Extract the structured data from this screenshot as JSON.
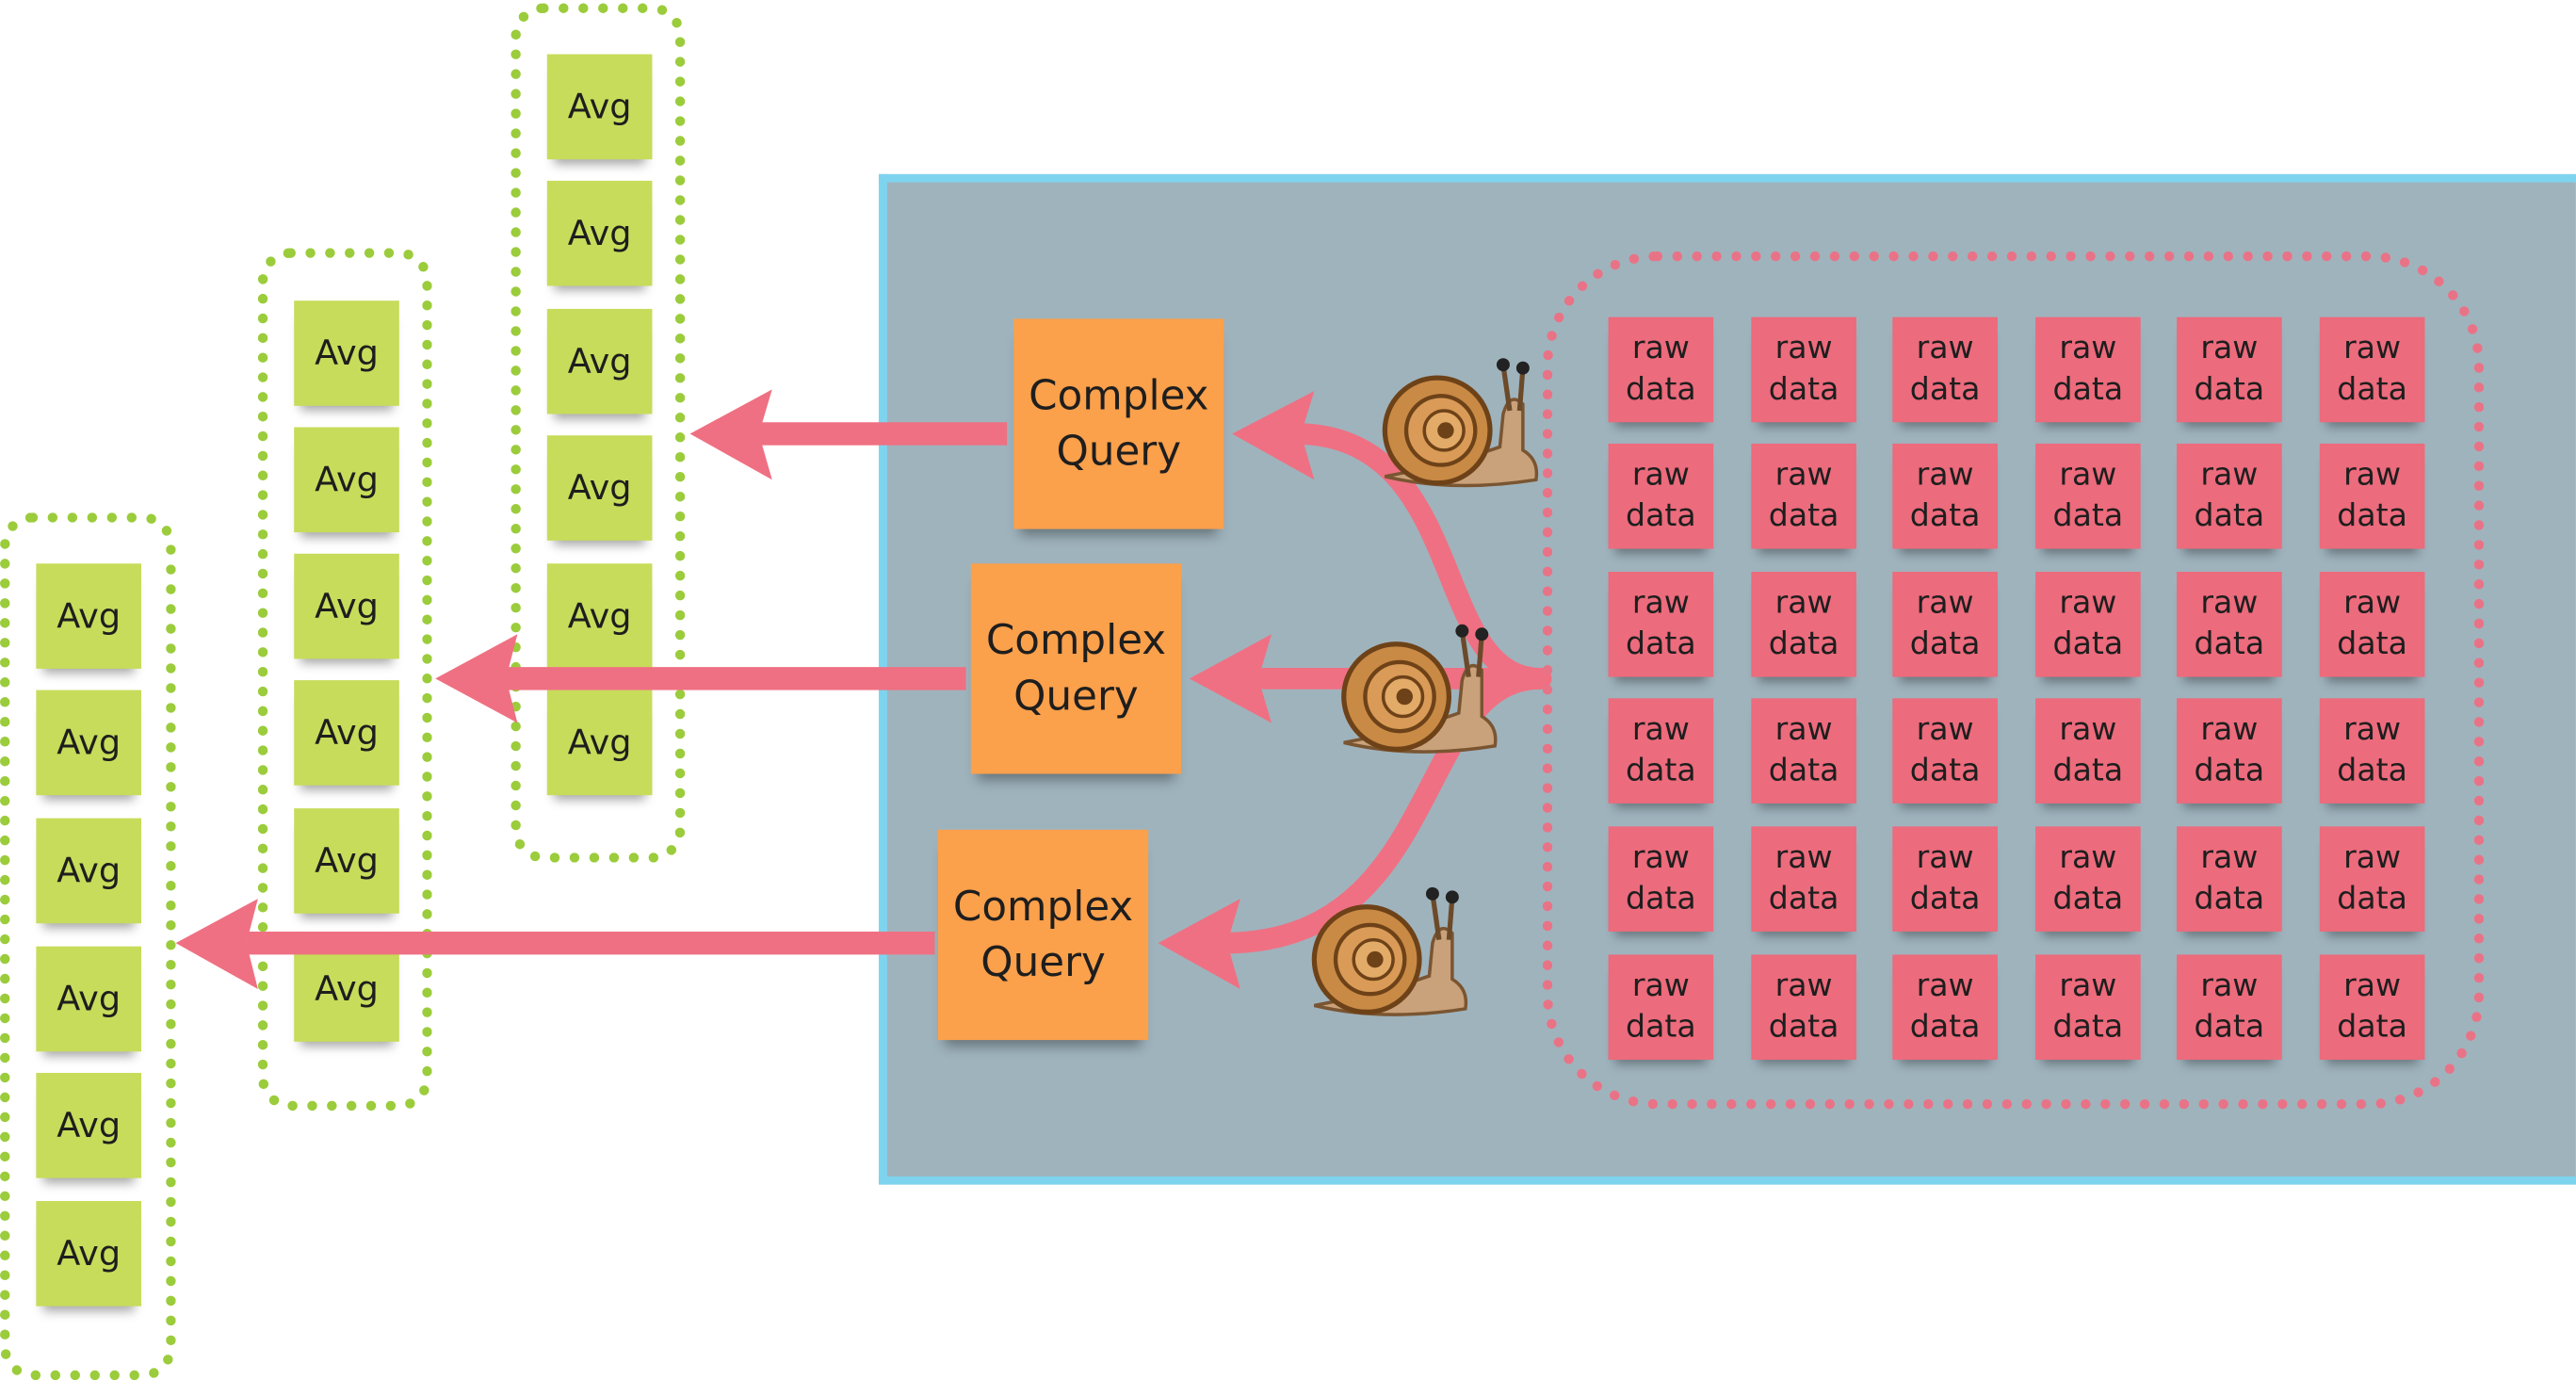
{
  "colors": {
    "avg_note": "#c7dc5a",
    "avg_border": "#9bcc3b",
    "raw_note": "#ec6b7c",
    "raw_border": "#e97386",
    "query_note": "#fba04b",
    "panel_fill": "#9fb3bd",
    "panel_border": "#7ed4ef",
    "arrow": "#ef7082"
  },
  "avg_groups": [
    {
      "items": [
        "Avg",
        "Avg",
        "Avg",
        "Avg",
        "Avg",
        "Avg"
      ]
    },
    {
      "items": [
        "Avg",
        "Avg",
        "Avg",
        "Avg",
        "Avg",
        "Avg"
      ]
    },
    {
      "items": [
        "Avg",
        "Avg",
        "Avg",
        "Avg",
        "Avg",
        "Avg"
      ]
    }
  ],
  "queries": [
    {
      "line1": "Complex",
      "line2": "Query"
    },
    {
      "line1": "Complex",
      "line2": "Query"
    },
    {
      "line1": "Complex",
      "line2": "Query"
    }
  ],
  "raw_note": {
    "line1": "raw",
    "line2": "data"
  },
  "icons": [
    "snail-icon",
    "snail-icon",
    "snail-icon"
  ]
}
